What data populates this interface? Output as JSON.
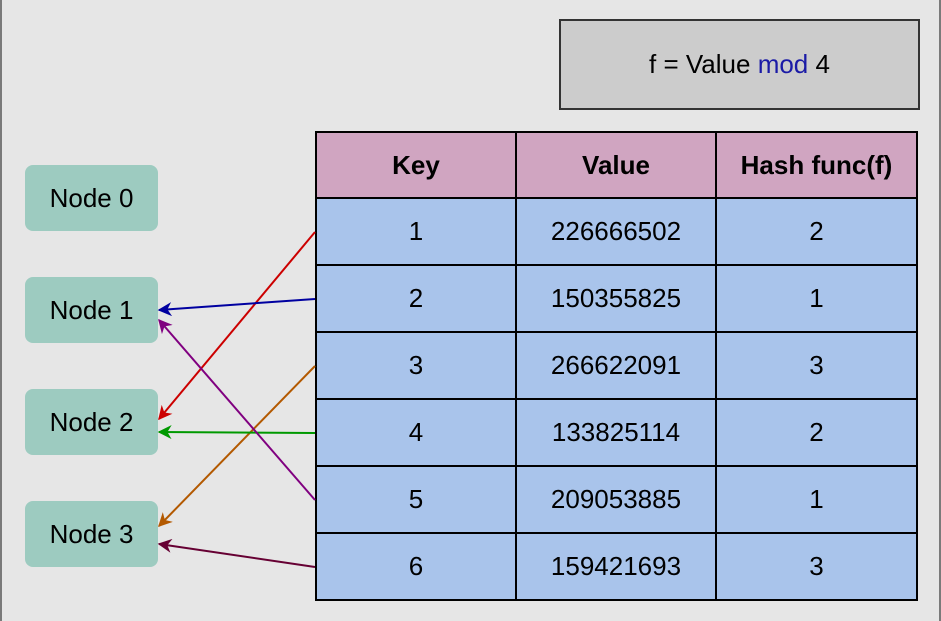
{
  "formula": {
    "prefix": "f = Value ",
    "operator": "mod",
    "suffix": " 4",
    "operator_color": "#1a1aa6"
  },
  "nodes": [
    {
      "label": "Node 0"
    },
    {
      "label": "Node 1"
    },
    {
      "label": "Node 2"
    },
    {
      "label": "Node 3"
    }
  ],
  "table": {
    "columns": [
      "Key",
      "Value",
      "Hash func(f)"
    ],
    "rows": [
      {
        "key": "1",
        "value": "226666502",
        "hash": "2"
      },
      {
        "key": "2",
        "value": "150355825",
        "hash": "1"
      },
      {
        "key": "3",
        "value": "266622091",
        "hash": "3"
      },
      {
        "key": "4",
        "value": "133825114",
        "hash": "2"
      },
      {
        "key": "5",
        "value": "209053885",
        "hash": "1"
      },
      {
        "key": "6",
        "value": "159421693",
        "hash": "3"
      }
    ],
    "header_color": "#d0a5c1",
    "row_color": "#a9c4eb"
  },
  "mappings": [
    {
      "from_row": 0,
      "to_node": 2,
      "color": "#cc0000"
    },
    {
      "from_row": 1,
      "to_node": 1,
      "color": "#0000a0"
    },
    {
      "from_row": 2,
      "to_node": 3,
      "color": "#b35900"
    },
    {
      "from_row": 3,
      "to_node": 2,
      "color": "#009900"
    },
    {
      "from_row": 4,
      "to_node": 1,
      "color": "#800080"
    },
    {
      "from_row": 5,
      "to_node": 3,
      "color": "#660033"
    }
  ],
  "colors": {
    "background": "#e6e6e6",
    "node_fill": "#9dcbc0",
    "formula_fill": "#cccccc"
  }
}
